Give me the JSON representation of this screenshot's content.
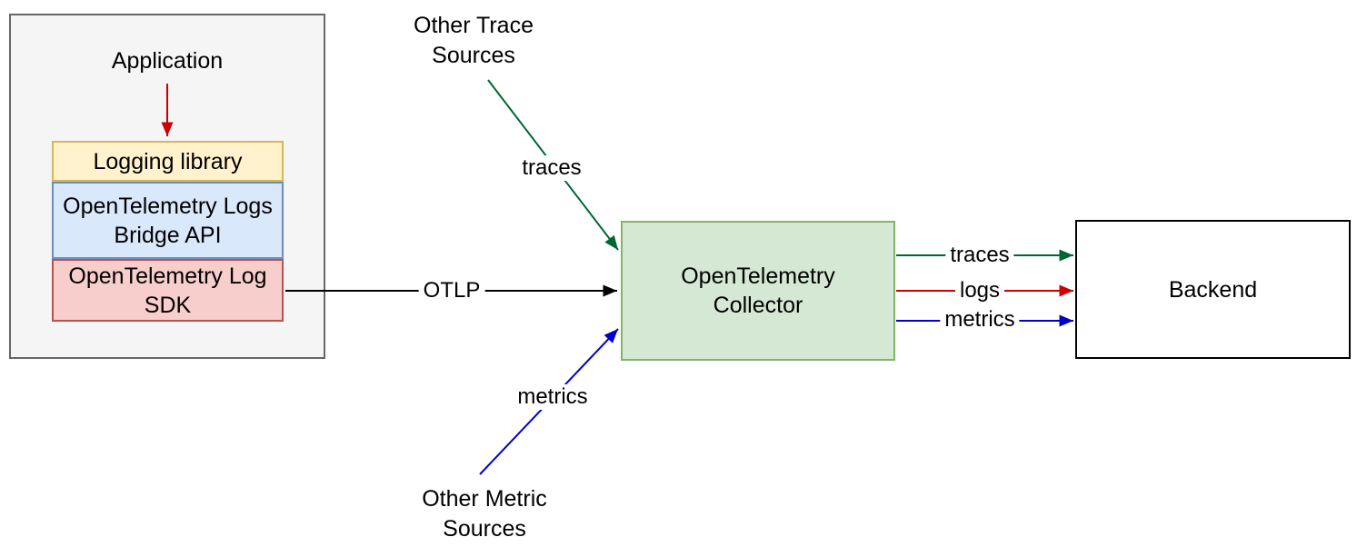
{
  "diagram": {
    "application": {
      "title": "Application",
      "layers": {
        "logging_library": "Logging library",
        "logs_bridge_api": "OpenTelemetry Logs Bridge API",
        "log_sdk": "OpenTelemetry Log SDK"
      }
    },
    "collector_label": "OpenTelemetry Collector",
    "backend_label": "Backend",
    "sources": {
      "other_trace_sources": "Other Trace Sources",
      "other_metric_sources": "Other Metric Sources"
    },
    "edge_labels": {
      "otlp": "OTLP",
      "traces_in": "traces",
      "metrics_in": "metrics",
      "traces_out": "traces",
      "logs_out": "logs",
      "metrics_out": "metrics"
    },
    "colors": {
      "traces": "#006633",
      "logs": "#cc0000",
      "metrics": "#0000cc",
      "otlp": "#000000",
      "application_fill": "#f5f5f5",
      "application_stroke": "#666666",
      "logging_library_fill": "#fff2cc",
      "logging_library_stroke": "#d6b656",
      "logs_bridge_api_fill": "#dae8fc",
      "logs_bridge_api_stroke": "#6c8ebf",
      "log_sdk_fill": "#f8cecc",
      "log_sdk_stroke": "#b85450",
      "collector_fill": "#d5e8d4",
      "collector_stroke": "#82b366",
      "backend_fill": "#ffffff",
      "backend_stroke": "#000000"
    }
  }
}
